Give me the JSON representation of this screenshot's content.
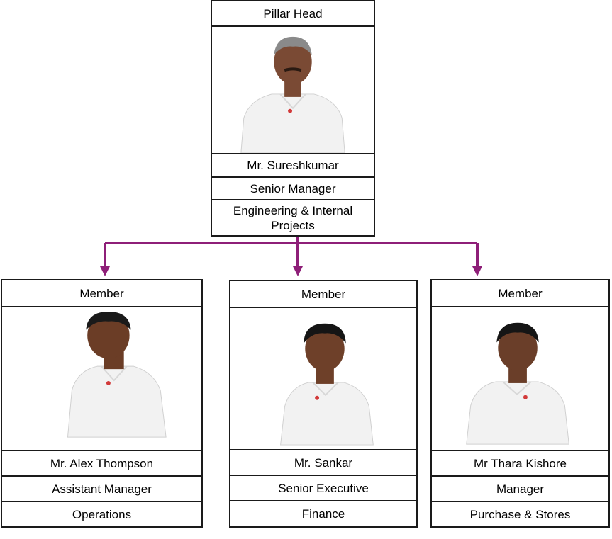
{
  "colors": {
    "connector": "#8e1f78",
    "border": "#1a1a1a"
  },
  "head": {
    "role_label": "Pillar Head",
    "photo_icon": "person-portrait-icon",
    "name": "Mr. Sureshkumar",
    "designation": "Senior Manager",
    "department": "Engineering & Internal Projects"
  },
  "members": [
    {
      "role_label": "Member",
      "photo_icon": "person-portrait-icon",
      "name": "Mr. Alex Thompson",
      "designation": "Assistant Manager",
      "department": "Operations"
    },
    {
      "role_label": "Member",
      "photo_icon": "person-portrait-icon",
      "name": "Mr. Sankar",
      "designation": "Senior Executive",
      "department": "Finance"
    },
    {
      "role_label": "Member",
      "photo_icon": "person-portrait-icon",
      "name": "Mr Thara Kishore",
      "designation": "Manager",
      "department": "Purchase & Stores"
    }
  ]
}
